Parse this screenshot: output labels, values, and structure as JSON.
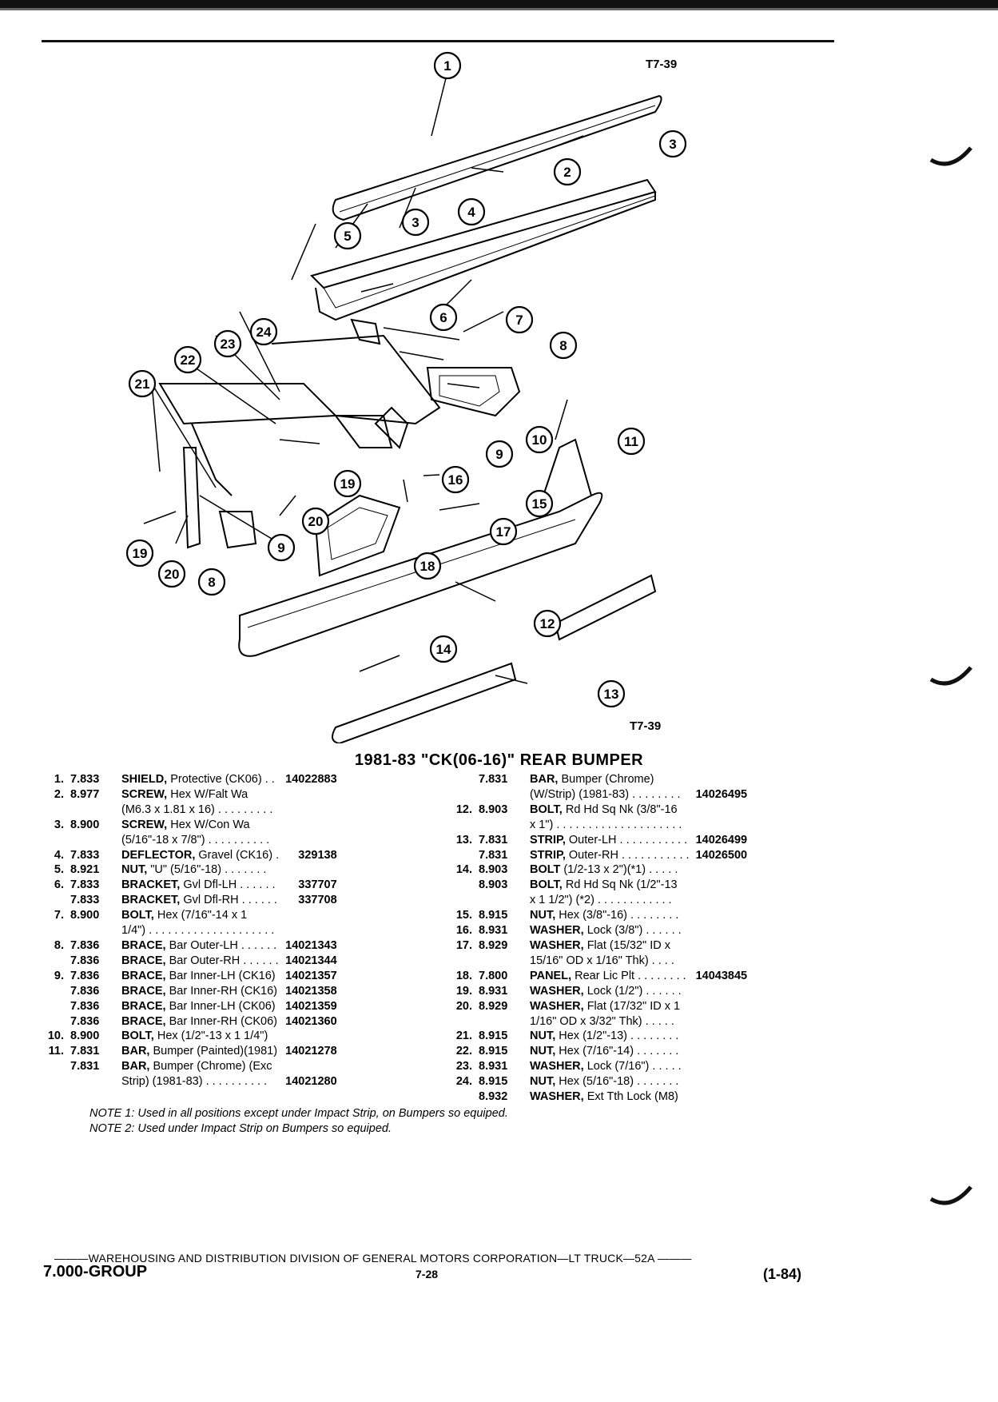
{
  "figure_label_top": "T7-39",
  "figure_label_bottom": "T7-39",
  "title": "1981-83 \"CK(06-16)\" REAR BUMPER",
  "callouts": [
    "1",
    "2",
    "3",
    "3",
    "4",
    "5",
    "6",
    "7",
    "8",
    "9",
    "10",
    "11",
    "12",
    "13",
    "14",
    "15",
    "16",
    "17",
    "18",
    "19",
    "20",
    "21",
    "22",
    "23",
    "24",
    "9",
    "8",
    "20",
    "19"
  ],
  "left_rows": [
    {
      "num": "1.",
      "grp": "7.833",
      "name": "SHIELD,",
      "desc": " Protective (CK06) . .",
      "pn": "14022883"
    },
    {
      "num": "2.",
      "grp": "8.977",
      "name": "SCREW,",
      "desc": " Hex W/Falt Wa",
      "pn": ""
    },
    {
      "num": "",
      "grp": "",
      "name": "",
      "desc": "(M6.3 x 1.81 x 16) . . . . . . . . .",
      "pn": ""
    },
    {
      "num": "3.",
      "grp": "8.900",
      "name": "SCREW,",
      "desc": " Hex W/Con Wa",
      "pn": ""
    },
    {
      "num": "",
      "grp": "",
      "name": "",
      "desc": "(5/16\"-18 x 7/8\") . . . . . . . . . .",
      "pn": ""
    },
    {
      "num": "4.",
      "grp": "7.833",
      "name": "DEFLECTOR,",
      "desc": " Gravel (CK16) .",
      "pn": "329138"
    },
    {
      "num": "5.",
      "grp": "8.921",
      "name": "NUT,",
      "desc": " \"U\" (5/16\"-18) . . . . . . .",
      "pn": ""
    },
    {
      "num": "6.",
      "grp": "7.833",
      "name": "BRACKET,",
      "desc": " Gvl Dfl-LH . . . . . .",
      "pn": "337707"
    },
    {
      "num": "",
      "grp": "7.833",
      "name": "BRACKET,",
      "desc": " Gvl Dfl-RH . . . . . .",
      "pn": "337708"
    },
    {
      "num": "7.",
      "grp": "8.900",
      "name": "BOLT,",
      "desc": " Hex (7/16\"-14 x 1",
      "pn": ""
    },
    {
      "num": "",
      "grp": "",
      "name": "",
      "desc": "1/4\") . . . . . . . . . . . . . . . . . . . .",
      "pn": ""
    },
    {
      "num": "8.",
      "grp": "7.836",
      "name": "BRACE,",
      "desc": " Bar Outer-LH . . . . . .",
      "pn": "14021343"
    },
    {
      "num": "",
      "grp": "7.836",
      "name": "BRACE,",
      "desc": " Bar Outer-RH . . . . . .",
      "pn": "14021344"
    },
    {
      "num": "9.",
      "grp": "7.836",
      "name": "BRACE,",
      "desc": " Bar Inner-LH (CK16)",
      "pn": "14021357"
    },
    {
      "num": "",
      "grp": "7.836",
      "name": "BRACE,",
      "desc": " Bar Inner-RH (CK16)",
      "pn": "14021358"
    },
    {
      "num": "",
      "grp": "7.836",
      "name": "BRACE,",
      "desc": " Bar Inner-LH (CK06)",
      "pn": "14021359"
    },
    {
      "num": "",
      "grp": "7.836",
      "name": "BRACE,",
      "desc": " Bar Inner-RH (CK06)",
      "pn": "14021360"
    },
    {
      "num": "10.",
      "grp": "8.900",
      "name": "BOLT,",
      "desc": " Hex (1/2\"-13 x 1 1/4\")",
      "pn": ""
    },
    {
      "num": "11.",
      "grp": "7.831",
      "name": "BAR,",
      "desc": " Bumper (Painted)(1981)",
      "pn": "14021278"
    },
    {
      "num": "",
      "grp": "7.831",
      "name": "BAR,",
      "desc": " Bumper (Chrome) (Exc",
      "pn": ""
    },
    {
      "num": "",
      "grp": "",
      "name": "",
      "desc": "Strip) (1981-83) . . . . . . . . . .",
      "pn": "14021280"
    }
  ],
  "right_rows": [
    {
      "num": "",
      "grp": "7.831",
      "name": "BAR,",
      "desc": " Bumper (Chrome)",
      "pn": ""
    },
    {
      "num": "",
      "grp": "",
      "name": "",
      "desc": "(W/Strip) (1981-83) . . . . . . . .",
      "pn": "14026495"
    },
    {
      "num": "12.",
      "grp": "8.903",
      "name": "BOLT,",
      "desc": " Rd Hd Sq Nk (3/8\"-16",
      "pn": ""
    },
    {
      "num": "",
      "grp": "",
      "name": "",
      "desc": "x 1\") . . . . . . . . . . . . . . . . . . . .",
      "pn": ""
    },
    {
      "num": "13.",
      "grp": "7.831",
      "name": "STRIP,",
      "desc": " Outer-LH . . . . . . . . . . .",
      "pn": "14026499"
    },
    {
      "num": "",
      "grp": "7.831",
      "name": "STRIP,",
      "desc": " Outer-RH . . . . . . . . . . .",
      "pn": "14026500"
    },
    {
      "num": "14.",
      "grp": "8.903",
      "name": "BOLT",
      "desc": " (1/2-13 x 2\")(*1) . . . . .",
      "pn": ""
    },
    {
      "num": "",
      "grp": "8.903",
      "name": "BOLT,",
      "desc": " Rd Hd Sq Nk (1/2\"-13",
      "pn": ""
    },
    {
      "num": "",
      "grp": "",
      "name": "",
      "desc": "x 1 1/2\") (*2) . . . . . . . . . . . .",
      "pn": ""
    },
    {
      "num": "15.",
      "grp": "8.915",
      "name": "NUT,",
      "desc": " Hex (3/8\"-16) . . . . . . . .",
      "pn": ""
    },
    {
      "num": "16.",
      "grp": "8.931",
      "name": "WASHER,",
      "desc": " Lock (3/8\") . . . . . .",
      "pn": ""
    },
    {
      "num": "17.",
      "grp": "8.929",
      "name": "WASHER,",
      "desc": " Flat (15/32\" ID x",
      "pn": ""
    },
    {
      "num": "",
      "grp": "",
      "name": "",
      "desc": "15/16\" OD x 1/16\" Thk) . . . .",
      "pn": ""
    },
    {
      "num": "18.",
      "grp": "7.800",
      "name": "PANEL,",
      "desc": " Rear Lic Plt . . . . . . . .",
      "pn": "14043845"
    },
    {
      "num": "19.",
      "grp": "8.931",
      "name": "WASHER,",
      "desc": " Lock (1/2\") . . . . . .",
      "pn": ""
    },
    {
      "num": "20.",
      "grp": "8.929",
      "name": "WASHER,",
      "desc": " Flat (17/32\" ID x 1",
      "pn": ""
    },
    {
      "num": "",
      "grp": "",
      "name": "",
      "desc": "1/16\" OD x 3/32\" Thk) . . . . .",
      "pn": ""
    },
    {
      "num": "21.",
      "grp": "8.915",
      "name": "NUT,",
      "desc": " Hex (1/2\"-13) . . . . . . . .",
      "pn": ""
    },
    {
      "num": "22.",
      "grp": "8.915",
      "name": "NUT,",
      "desc": " Hex (7/16\"-14) . . . . . . .",
      "pn": ""
    },
    {
      "num": "23.",
      "grp": "8.931",
      "name": "WASHER,",
      "desc": " Lock (7/16\") . . . . .",
      "pn": ""
    },
    {
      "num": "24.",
      "grp": "8.915",
      "name": "NUT,",
      "desc": " Hex (5/16\"-18) . . . . . . .",
      "pn": ""
    },
    {
      "num": "",
      "grp": "8.932",
      "name": "WASHER,",
      "desc": " Ext Tth Lock (M8)",
      "pn": ""
    }
  ],
  "notes": [
    "NOTE 1: Used in all positions except under Impact Strip, on Bumpers so equiped.",
    "NOTE 2: Used under Impact Strip on Bumpers so equiped."
  ],
  "footer": {
    "line": "———WAREHOUSING AND DISTRIBUTION DIVISION OF GENERAL MOTORS CORPORATION—LT TRUCK—52A ———",
    "group": "7.000-GROUP",
    "page": "7-28",
    "date": "(1-84)"
  }
}
